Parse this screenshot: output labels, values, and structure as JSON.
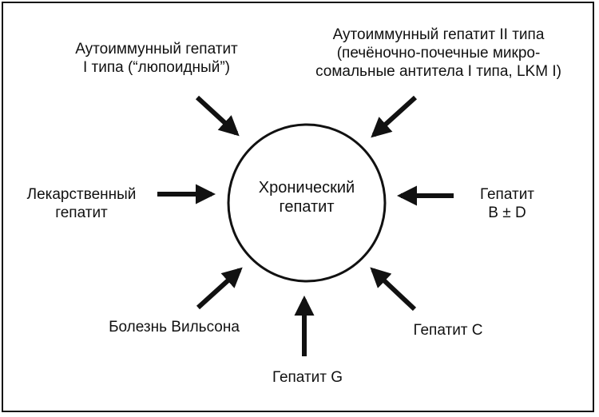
{
  "center": {
    "line1": "Хронический",
    "line2": "гепатит"
  },
  "causes": {
    "autoimmune_1": {
      "line1": "Аутоиммунный гепатит",
      "line2": "I типа (“люпоидный”)"
    },
    "autoimmune_2": {
      "line1": "Аутоиммунный гепатит II типа",
      "line2": "(печёночно-почечные микро-",
      "line3": "сомальные антитела I типа, LKM I)"
    },
    "drug": {
      "line1": "Лекарственный",
      "line2": "гепатит"
    },
    "hepatitis_bd": {
      "line1": "Гепатит",
      "line2": "B ± D"
    },
    "wilson": {
      "line1": "Болезнь Вильсона"
    },
    "hepatitis_g": {
      "line1": "Гепатит G"
    },
    "hepatitis_c": {
      "line1": "Гепатит C"
    }
  }
}
